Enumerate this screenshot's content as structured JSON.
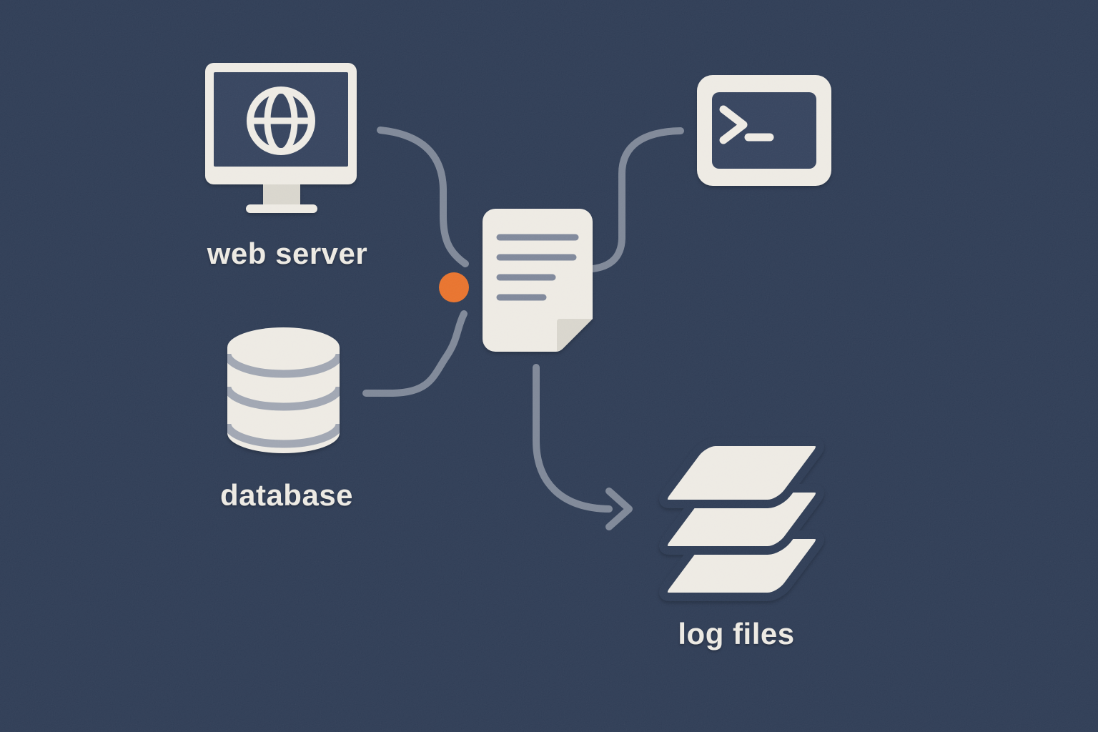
{
  "colors": {
    "background": "#2c3a53",
    "surface": "#edeae3",
    "surface_shaded": "#d8d5cc",
    "screen": "#33415c",
    "connector": "#7d8696",
    "doc_line": "#7d8699",
    "band": "#9fa5b1",
    "accent": "#e8712a",
    "label": "#ece9e2"
  },
  "nodes": {
    "web_server": {
      "label": "web server",
      "icon": "monitor-globe-icon"
    },
    "database": {
      "label": "database",
      "icon": "database-cylinder-icon"
    },
    "log_document": {
      "icon": "document-text-icon"
    },
    "terminal": {
      "icon": "terminal-prompt-icon"
    },
    "log_files": {
      "label": "log files",
      "icon": "stacked-layers-icon"
    }
  },
  "connectors": [
    {
      "from": "web_server",
      "to": "log_document",
      "style": "curved",
      "arrow": false
    },
    {
      "from": "database",
      "to": "log_document",
      "style": "curved",
      "arrow": false
    },
    {
      "from": "log_document",
      "to": "terminal",
      "style": "curved",
      "arrow": false
    },
    {
      "from": "log_document",
      "to": "log_files",
      "style": "curved",
      "arrow": true
    }
  ],
  "junction": {
    "shape": "dot",
    "color": "#e8712a"
  }
}
